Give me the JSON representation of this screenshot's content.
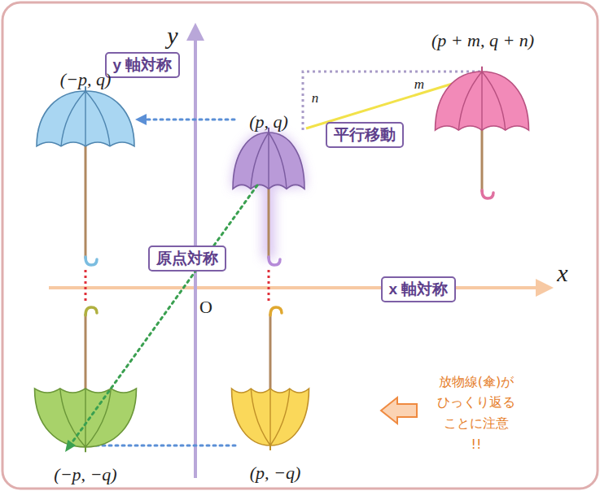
{
  "diagram": {
    "nodes": [
      {
        "text": [
          "y 軸対称"
        ]
      },
      {
        "text": [
          "平行移動"
        ]
      },
      {
        "text": [
          "原点対称"
        ]
      },
      {
        "text": [
          "x 軸対称"
        ]
      }
    ],
    "labels": [
      "y",
      "(p + m, q + n)",
      "m",
      "n",
      "(−p, q)",
      "(p, q)",
      "x",
      "O",
      "放物線(傘)が ひっくり返る ことに注意 !!",
      "(−p, −q)",
      "(p, −q)"
    ]
  }
}
